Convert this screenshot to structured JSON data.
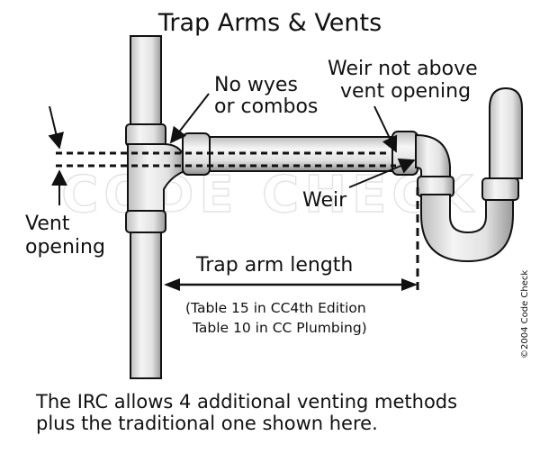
{
  "title": "Trap Arms & Vents",
  "labels": {
    "no_wyes_line1": "No wyes",
    "no_wyes_line2": "or combos",
    "weir_not_above_line1": "Weir not above",
    "weir_not_above_line2": "vent opening",
    "weir": "Weir",
    "vent_line1": "Vent",
    "vent_line2": "opening",
    "trap_arm_length": "Trap arm length",
    "table_line1": "(Table 15 in CC4th Edition",
    "table_line2": "Table 10 in CC Plumbing)"
  },
  "watermark": "CODE CHECK",
  "copyright": "©2004 Code Check",
  "footer": {
    "line1": "The IRC allows 4 additional venting methods",
    "line2": "plus the traditional one shown here."
  },
  "colors": {
    "ink": "#111111",
    "pipe_fill": "#e6e6e6",
    "pipe_shade": "#9a9a9a",
    "watermark": "#ececec"
  }
}
